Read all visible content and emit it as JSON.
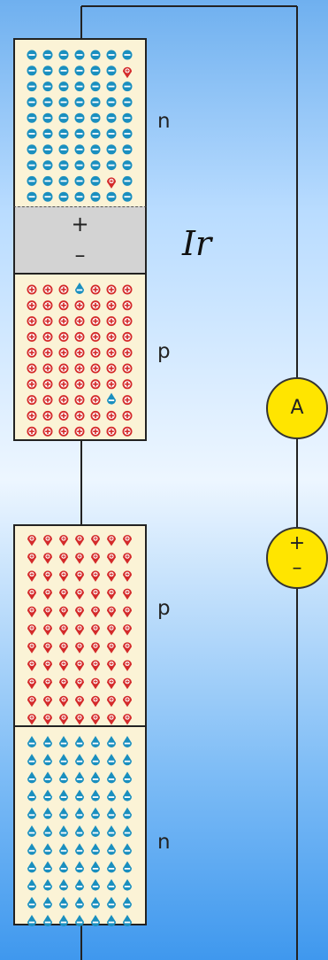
{
  "upper_diode": {
    "n_label": "n",
    "p_label": "p",
    "depletion_plus": "+",
    "depletion_minus": "–"
  },
  "lower_diode": {
    "p_label": "p",
    "n_label": "n"
  },
  "current_label": "Ir",
  "ammeter_label": "A",
  "source_plus": "+",
  "source_minus": "–",
  "colors": {
    "wire": "#222222",
    "panel_fill": "#fbf3d6",
    "electron": "#1a8fbf",
    "hole": "#d42a2a",
    "meter_fill": "#ffe500",
    "depletion_fill": "#d3d3d3"
  }
}
